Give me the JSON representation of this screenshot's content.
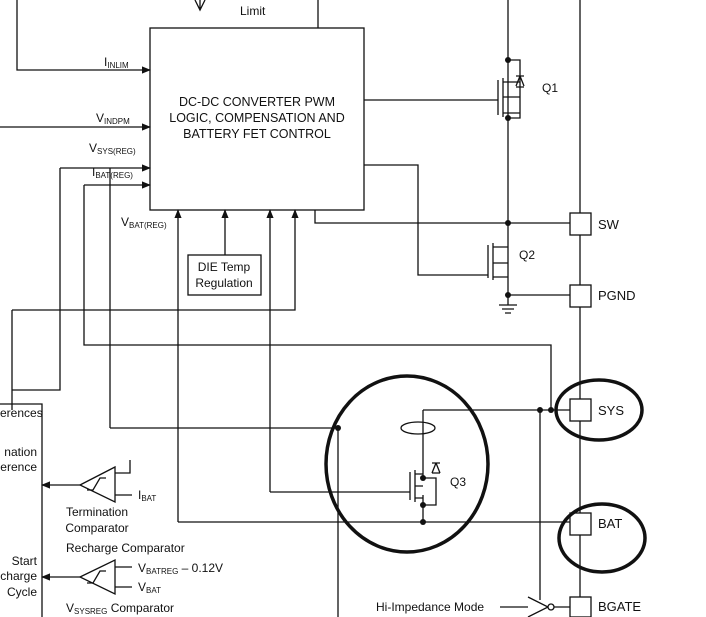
{
  "converter_block": {
    "line1": "DC-DC CONVERTER PWM",
    "line2": "LOGIC, COMPENSATION AND",
    "line3": "BATTERY FET CONTROL",
    "top_label": "Limit"
  },
  "inputs": {
    "inlim": {
      "main": "I",
      "sub": "INLIM"
    },
    "vindpm": {
      "main": "V",
      "sub": "INDPM"
    },
    "vsysreg": {
      "main": "V",
      "sub": "SYS(REG)"
    },
    "ibatreg": {
      "main": "I",
      "sub": "BAT(REG)"
    },
    "vbatreg": {
      "main": "V",
      "sub": "BAT(REG)"
    }
  },
  "die_temp": {
    "line1": "DIE Temp",
    "line2": "Regulation"
  },
  "transistors": {
    "q1": "Q1",
    "q2": "Q2",
    "q3": "Q3"
  },
  "pins": {
    "sw": "SW",
    "pgnd": "PGND",
    "sys": "SYS",
    "bat": "BAT",
    "bgate": "BGATE"
  },
  "left_panel": {
    "references": "erences",
    "termination_line1": "nation",
    "termination_line2": "erence",
    "start_line1": "Start",
    "start_line2": "charge",
    "start_line3": "Cycle"
  },
  "comparators": {
    "termination_label_line1": "Termination",
    "termination_label_line2": "Comparator",
    "termination_input": {
      "main": "I",
      "sub": "BAT"
    },
    "recharge_label": "Recharge Comparator",
    "recharge_input1": {
      "main": "V",
      "sub": "BATREG",
      "suffix": " – 0.12V"
    },
    "recharge_input2": {
      "main": "V",
      "sub": "BAT"
    },
    "vsysreg_label": {
      "main": "V",
      "sub": "SYSREG",
      "suffix": " Comparator"
    }
  },
  "hi_impedance": "Hi-Impedance Mode"
}
